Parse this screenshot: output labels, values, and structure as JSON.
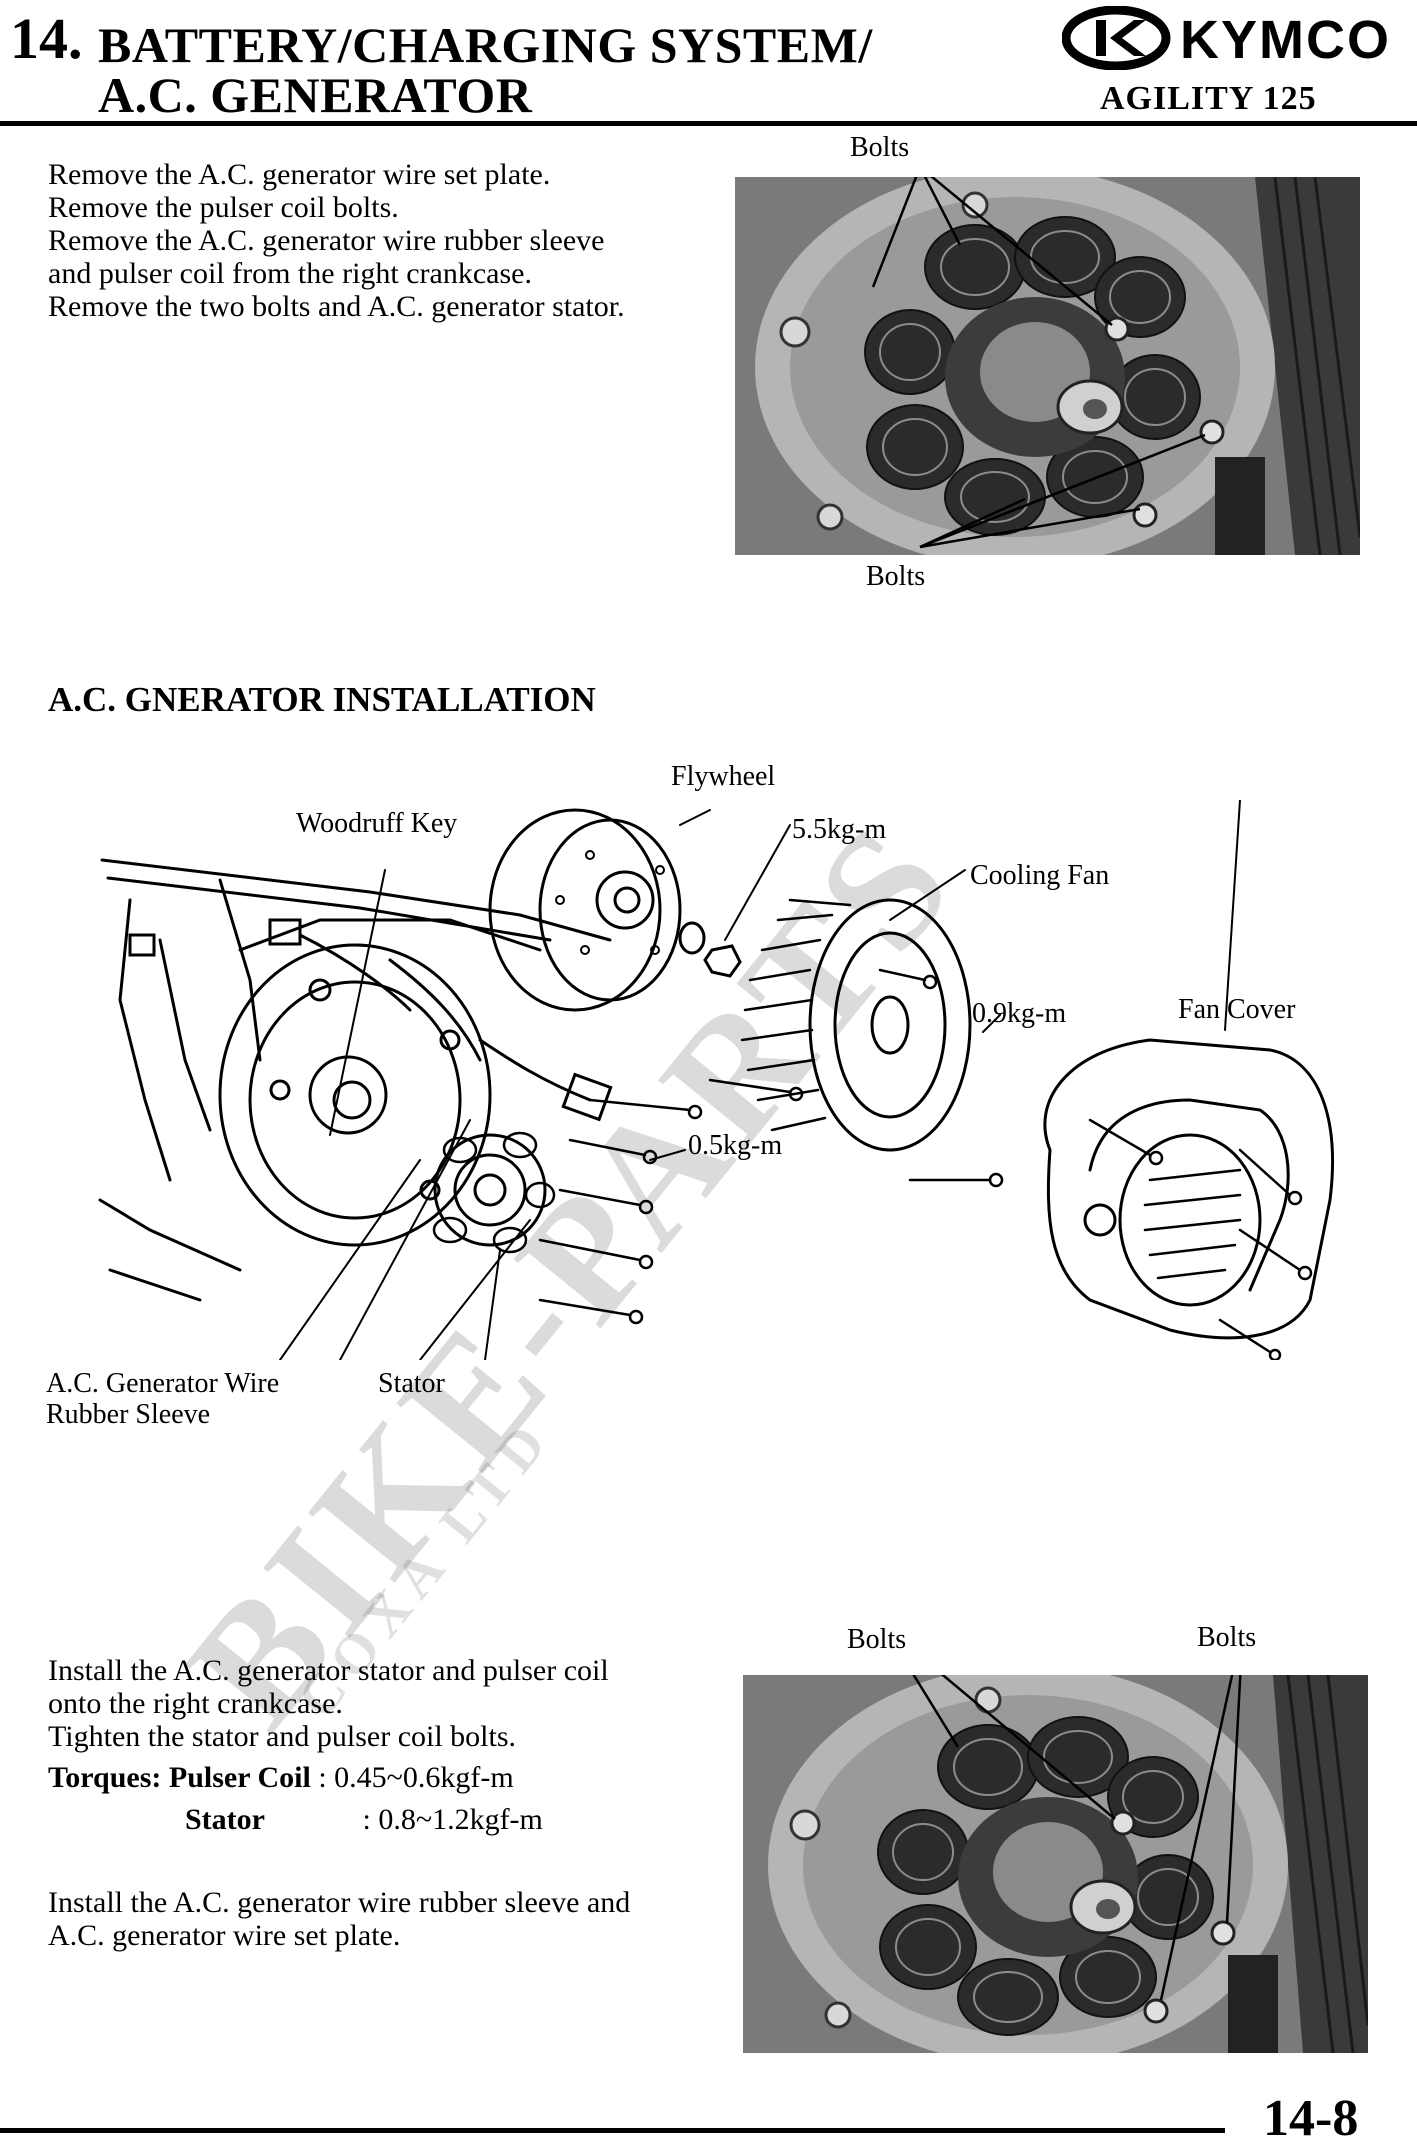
{
  "header": {
    "chapter_number": "14.",
    "title_line1": "BATTERY/CHARGING SYSTEM/",
    "title_line2": "A.C. GENERATOR",
    "brand": "KYMCO",
    "model": "AGILITY 125"
  },
  "removal": {
    "steps": [
      "Remove the A.C. generator wire set plate.",
      "Remove the pulser coil bolts.",
      "Remove the A.C. generator wire rubber sleeve and pulser coil from the right crankcase.",
      "Remove the two bolts and A.C. generator stator."
    ],
    "photo_label_top": "Bolts",
    "photo_label_bottom": "Bolts"
  },
  "installation": {
    "heading": "A.C. GNERATOR INSTALLATION",
    "diagram_labels": {
      "flywheel": "Flywheel",
      "woodruff_key": "Woodruff Key",
      "torque_55": "5.5kg-m",
      "cooling_fan": "Cooling Fan",
      "torque_09": "0.9kg-m",
      "fan_cover": "Fan Cover",
      "torque_05": "0.5kg-m",
      "wire_sleeve_line1": "A.C. Generator Wire",
      "wire_sleeve_line2": "Rubber Sleeve",
      "stator": "Stator"
    },
    "steps": [
      "Install the A.C. generator stator and pulser coil onto the right crankcase.",
      "Tighten the stator and pulser coil bolts."
    ],
    "torques": {
      "label": "Torques:",
      "pulser_coil_label": "Pulser Coil",
      "pulser_coil_value": ": 0.45~0.6kgf-m",
      "stator_label": "Stator",
      "stator_value": ": 0.8~1.2kgf-m"
    },
    "final_step": "Install the A.C. generator wire rubber sleeve and A.C. generator wire set plate.",
    "photo_label_left": "Bolts",
    "photo_label_right": "Bolts"
  },
  "watermark": {
    "main": "BIKE-PARTS",
    "sub": "COXA LTD"
  },
  "footer": {
    "page_number": "14-8"
  }
}
